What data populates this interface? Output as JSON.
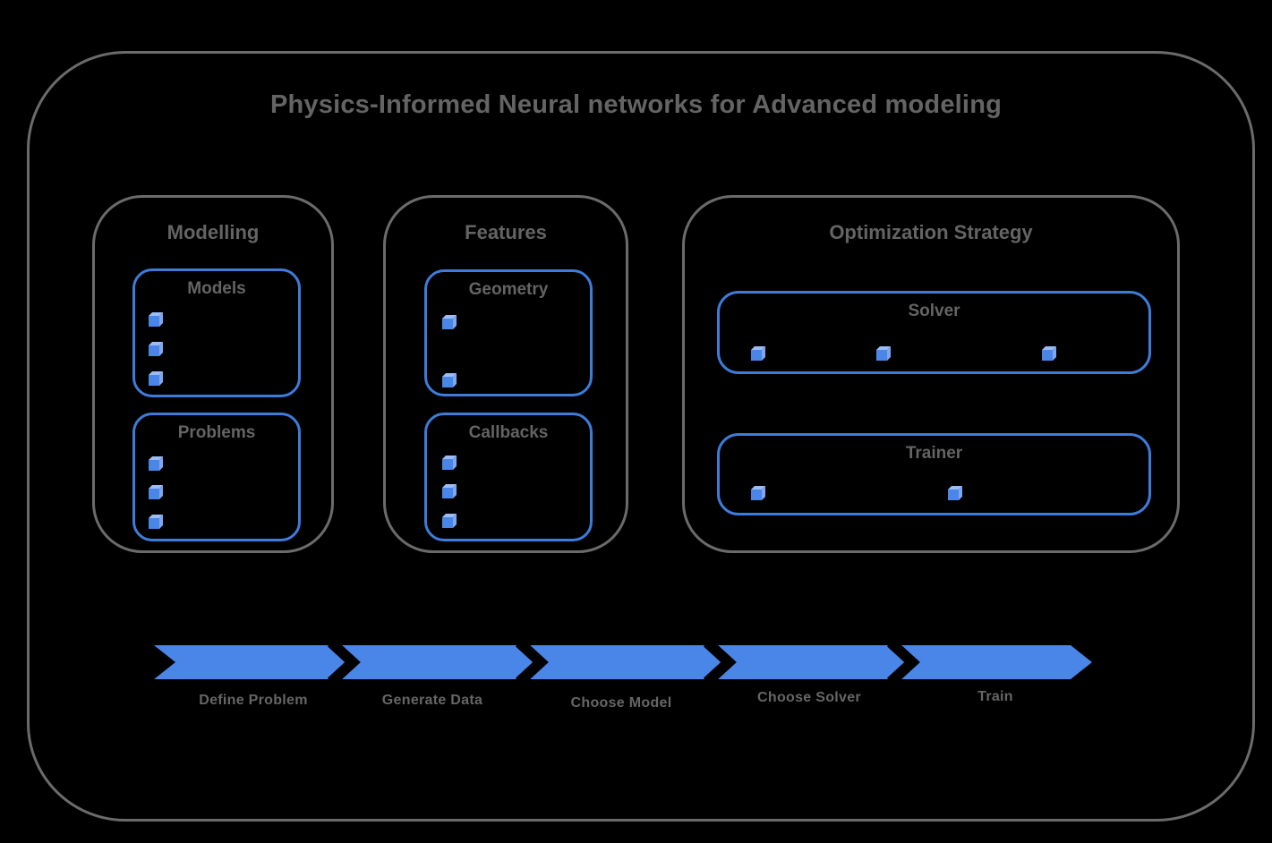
{
  "title": "Physics-Informed Neural networks for Advanced modeling",
  "colors": {
    "background": "#000000",
    "frame_border_gray": "#6b6b6b",
    "card_border_blue": "#3d7cdb",
    "arrow_blue": "#4a86e8",
    "cube_top_blue": "#9cbcf5",
    "text_gray": "#646464"
  },
  "sections": [
    {
      "title": "Modelling",
      "cards": [
        {
          "title": "Models",
          "bullet_icon": "cube-icon",
          "bullet_count": 3
        },
        {
          "title": "Problems",
          "bullet_icon": "cube-icon",
          "bullet_count": 3
        }
      ]
    },
    {
      "title": "Features",
      "cards": [
        {
          "title": "Geometry",
          "bullet_icon": "cube-icon",
          "bullet_count": 2
        },
        {
          "title": "Callbacks",
          "bullet_icon": "cube-icon",
          "bullet_count": 3
        }
      ]
    },
    {
      "title": "Optimization Strategy",
      "cards": [
        {
          "title": "Solver",
          "bullet_icon": "cube-icon",
          "bullet_count": 3
        },
        {
          "title": "Trainer",
          "bullet_icon": "cube-icon",
          "bullet_count": 2
        }
      ]
    }
  ],
  "pipeline": {
    "steps": [
      "Define Problem",
      "Generate Data",
      "Choose Model",
      "Choose Solver",
      "Train"
    ]
  }
}
